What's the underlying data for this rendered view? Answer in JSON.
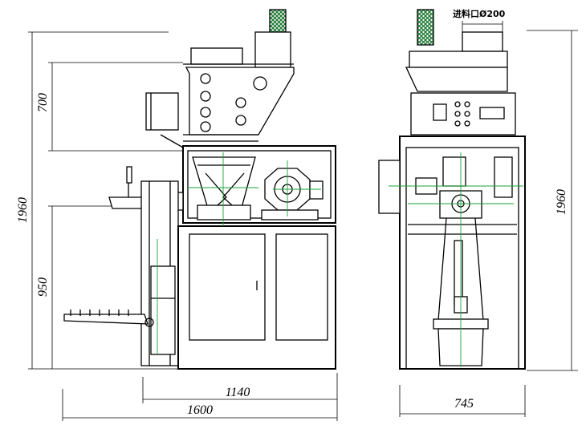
{
  "dimensions": {
    "left_height_upper": "700",
    "left_height_total": "1960",
    "left_height_lower": "950",
    "front_width_inner": "1140",
    "front_width_total": "1600",
    "right_height_total": "1960",
    "side_width": "745"
  },
  "annotations": {
    "feed_inlet": "进料口Ø200"
  },
  "colors": {
    "line": "#000000",
    "centerline": "#1aa33a",
    "mesh": "#1f7a35"
  }
}
